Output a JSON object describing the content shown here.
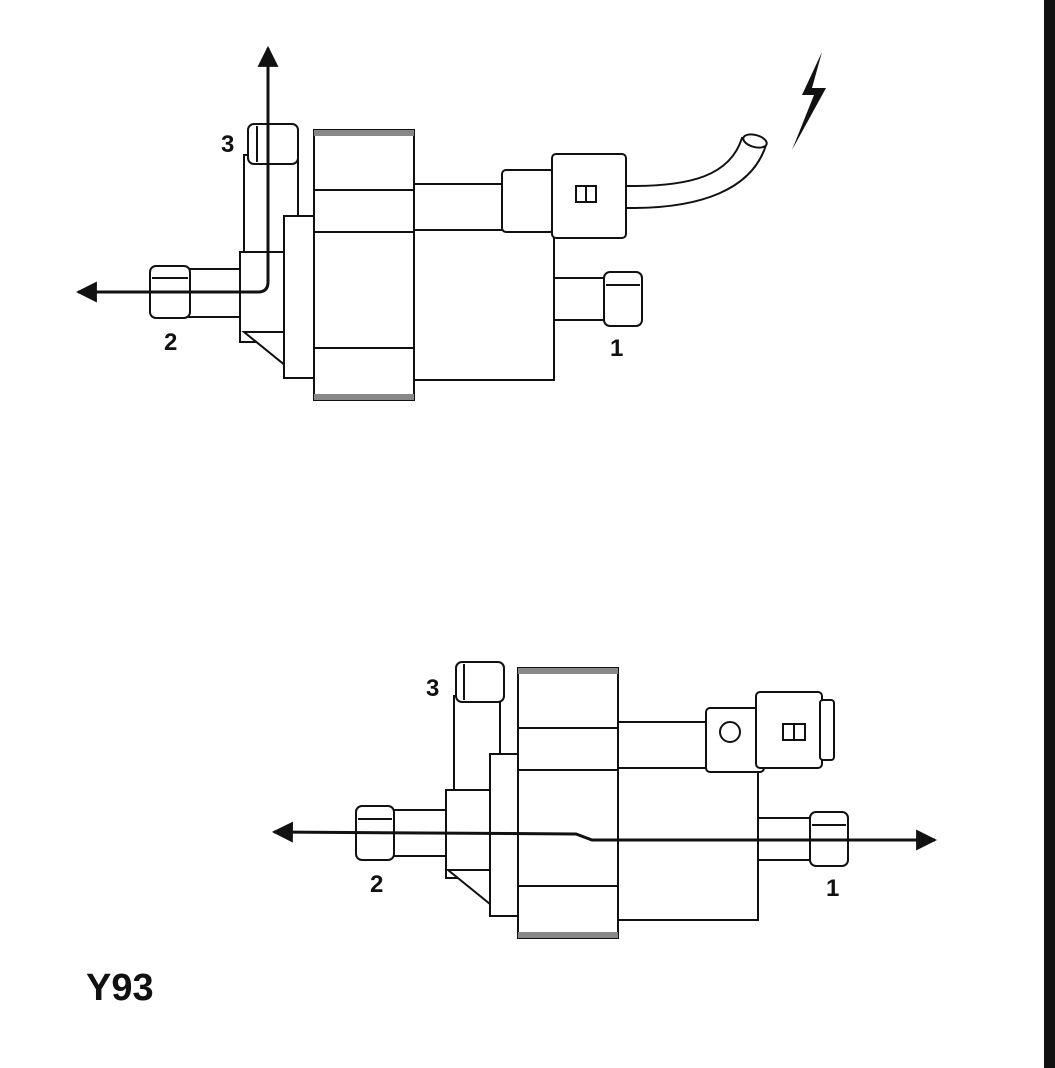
{
  "diagram": {
    "code": "Y93",
    "views": [
      {
        "id": "upper",
        "energized": true,
        "ports": {
          "p1": "1",
          "p2": "2",
          "p3": "3"
        },
        "flow": "3 to 2"
      },
      {
        "id": "lower",
        "energized": false,
        "ports": {
          "p1": "1",
          "p2": "2",
          "p3": "3"
        },
        "flow": "1 to 2"
      }
    ]
  }
}
